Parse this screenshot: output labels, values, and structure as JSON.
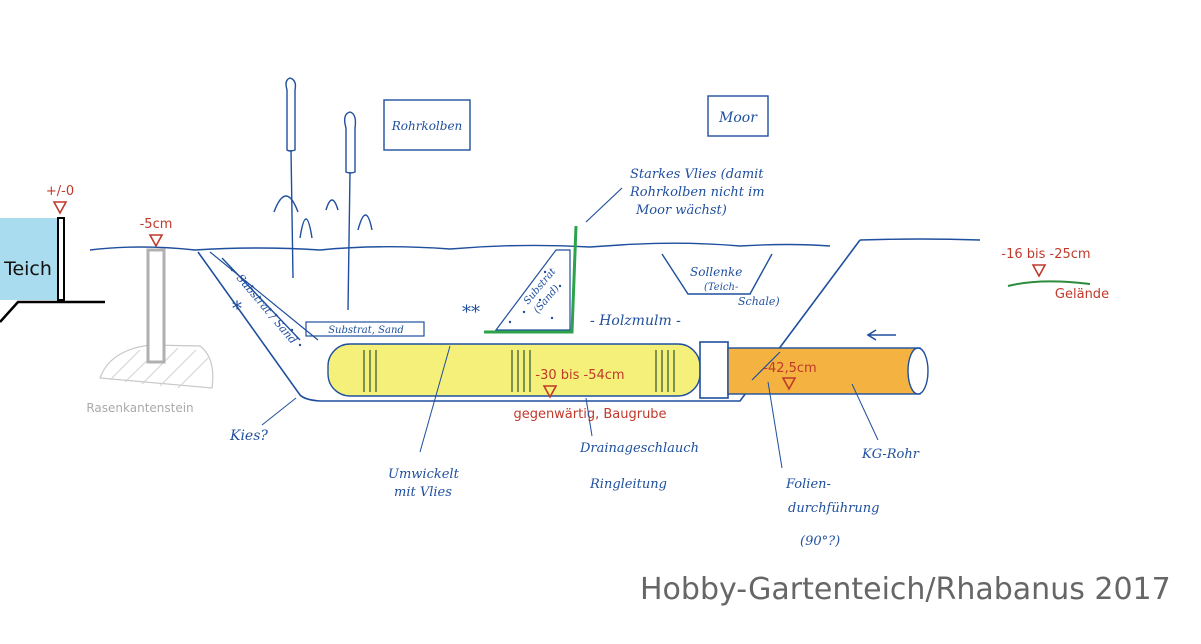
{
  "title": "",
  "labels": {
    "rohrkolben": "Rohrkolben",
    "moor": "Moor",
    "vlies_line1": "Starkes Vlies (damit",
    "vlies_line2": "Rohrkolben nicht im",
    "vlies_line3": "Moor wächst)",
    "teich": "Teich",
    "level_teich": "+/-0",
    "level_rasen": "-5cm",
    "level_gelaende": "-16 bis -25cm",
    "gelaende": "Gelände",
    "substrat_sand_left": "Substrat / Sand",
    "substrat_sand_flat": "Substrat, Sand",
    "substrat_sand_right_1": "Substrat",
    "substrat_sand_right_2": "(Sand)",
    "sollenke_1": "Sollenke",
    "sollenke_2": "(Teich-",
    "sollenke_3": "Schale)",
    "holzmulm": "- Holzmulm -",
    "level_baugrube": "-30 bis -54cm",
    "baugrube": "gegenwärtig, Baugrube",
    "level_kg": "-42,5cm",
    "rasenkantenstein": "Rasenkantenstein",
    "kies": "Kies?",
    "umwickelt_1": "Umwickelt",
    "umwickelt_2": "mit Vlies",
    "drainage_1": "Drainageschlauch",
    "drainage_2": "Ringleitung",
    "folie_1": "Folien-",
    "folie_2": "durchführung",
    "folie_3": "(90°?)",
    "kg_rohr": "KG-Rohr",
    "star_single": "*",
    "star_double": "**",
    "credit": "Hobby-Gartenteich/Rhabanus 2017"
  },
  "colors": {
    "ink": "#1f4f9e",
    "marker_red": "#c0392b",
    "teich_blue": "#a9dcef",
    "drainage_yellow": "#f5f07a",
    "kg_orange": "#f4b340",
    "vlies_green": "#2ca24a",
    "gelaende_green": "#2e8b3c",
    "grey": "#b0b0b0"
  }
}
